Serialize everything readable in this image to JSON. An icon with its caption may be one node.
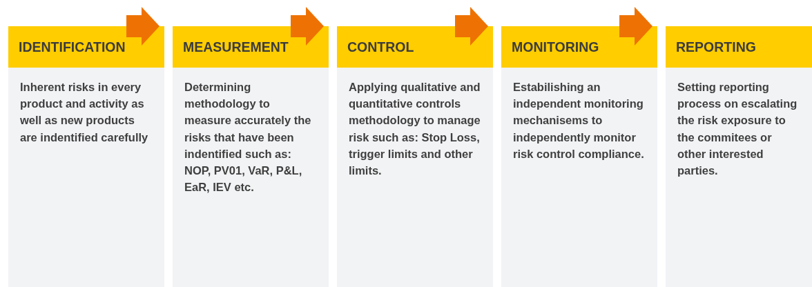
{
  "diagram": {
    "nodes": [
      {
        "text": [
          "IDENTIFICATION",
          "Inherent risks in every product and activity as well as new products are indentified carefully"
        ]
      },
      {
        "text": [
          "MEASUREMENT",
          "Determining methodology to measure accurately the risks that have been indentified such as: NOP, PV01, VaR, P&L, EaR, IEV etc."
        ]
      },
      {
        "text": [
          "CONTROL",
          "Applying qualitative and quantitative controls methodology to manage risk such as: Stop Loss, trigger limits and other limits."
        ]
      },
      {
        "text": [
          "MONITORING",
          "Estabilishing an independent monitoring mechanisems to independently monitor risk control compliance."
        ]
      },
      {
        "text": [
          "REPORTING",
          "Setting reporting process on escalating the risk exposure to the commitees or other interested parties."
        ]
      }
    ],
    "edges": [
      {
        "from": 0,
        "to": 1,
        "arrow": "to"
      },
      {
        "from": 1,
        "to": 2,
        "arrow": "to"
      },
      {
        "from": 2,
        "to": 3,
        "arrow": "to"
      },
      {
        "from": 3,
        "to": 4,
        "arrow": "to"
      }
    ]
  }
}
